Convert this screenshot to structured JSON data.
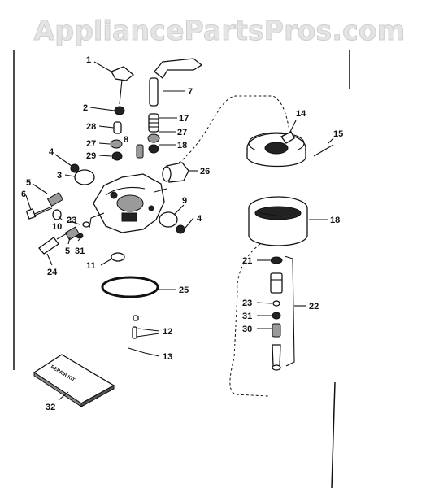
{
  "header": {
    "watermark": "AppliancePartsPros.com"
  },
  "kit_label": "REPAIR KIT",
  "callouts": {
    "c1": "1",
    "c2": "2",
    "c3": "3",
    "c4a": "4",
    "c4b": "4",
    "c5a": "5",
    "c5b": "5",
    "c6": "6",
    "c7": "7",
    "c8": "8",
    "c9": "9",
    "c10": "10",
    "c11": "11",
    "c12": "12",
    "c13": "13",
    "c14": "14",
    "c15": "15",
    "c17": "17",
    "c18a": "18",
    "c18b": "18",
    "c21": "21",
    "c22": "22",
    "c23a": "23",
    "c23b": "23",
    "c24": "24",
    "c25": "25",
    "c26": "26",
    "c27a": "27",
    "c27b": "27",
    "c28": "28",
    "c29": "29",
    "c30": "30",
    "c31a": "31",
    "c31b": "31",
    "c32": "32"
  }
}
